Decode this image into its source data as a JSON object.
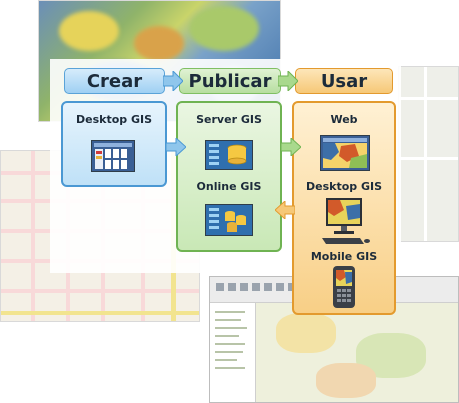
{
  "headers": {
    "create": "Crear",
    "publish": "Publicar",
    "use": "Usar"
  },
  "create": {
    "items": [
      "Desktop GIS"
    ]
  },
  "publish": {
    "items": [
      "Server GIS",
      "Online GIS"
    ]
  },
  "use": {
    "items": [
      "Web",
      "Desktop GIS",
      "Mobile GIS"
    ]
  },
  "colors": {
    "create": "#4a98d3",
    "publish": "#6fb352",
    "use": "#e39a2e"
  },
  "icons": [
    "desktop-app-icon",
    "server-database-icon",
    "online-database-icon",
    "web-map-icon",
    "desktop-computer-icon",
    "mobile-device-icon"
  ]
}
